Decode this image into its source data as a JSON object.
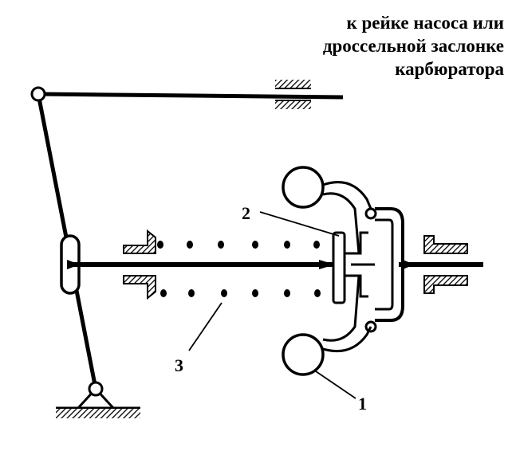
{
  "caption": {
    "lines": [
      "к рейке насоса или",
      "дроссельной заслонке",
      "карбюратора"
    ]
  },
  "labels": {
    "weights": "1",
    "clutch": "2",
    "spring": "3"
  }
}
